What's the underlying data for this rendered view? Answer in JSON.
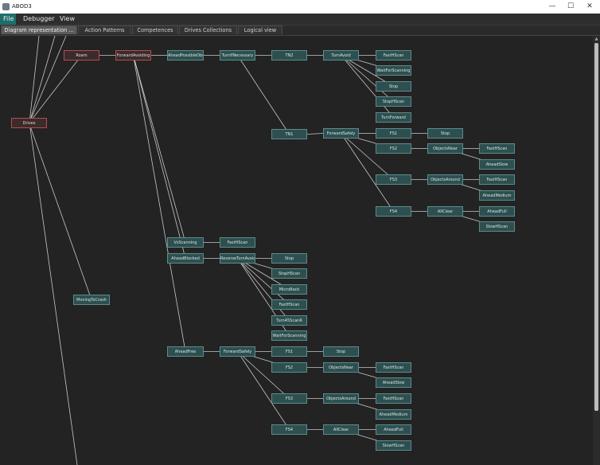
{
  "window": {
    "title": "ABOD3",
    "controls": {
      "minimize": "—",
      "maximize": "☐",
      "close": "✕"
    }
  },
  "menu": [
    "File",
    "Debugger",
    "View"
  ],
  "tabs": [
    "Diagram representation ...",
    "Action Patterns",
    "Competences",
    "Drives Collections",
    "Logical view"
  ],
  "diagram": {
    "nodes": {
      "drives": "Drives",
      "roam": "Roam",
      "forward_avoiding": "ForwardAvoiding",
      "ahead_possible_obstacle": "AheadPossibleObstacle",
      "turn_if_necessary": "TurnIfNecessary",
      "tn2": "TN2",
      "turn_avoid": "TurnAvoid",
      "ta_fast_hscan": "FastHScan",
      "ta_wait_for_scanning": "WaitForScanning",
      "ta_stop": "Stop",
      "ta_stop_hscan": "StopHScan",
      "ta_turn_forward": "TurnForward",
      "tn1": "TN1",
      "fwd_safely_1": "ForwardSafely",
      "fs1_a": "FS1",
      "fs1_a_stop": "Stop",
      "fs2_a": "FS2",
      "fs2_a_objects_near": "ObjectsNear",
      "fs2_a_fast_hscan": "FastHScan",
      "fs2_a_ahead_slow": "AheadSlow",
      "fs3_a": "FS3",
      "fs3_a_objects_around": "ObjectsAround",
      "fs3_a_fast_hscan": "FastHScan",
      "fs3_a_ahead_medium": "AheadMedium",
      "fs4_a": "FS4",
      "fs4_a_all_clear": "AllClear",
      "fs4_a_ahead_full": "AheadFull",
      "fs4_a_slow_hscan": "SlowHScan",
      "vs_scanning": "VsScanning",
      "vs_fast_hscan": "FastHScan",
      "ahead_blocked": "AheadBlocked",
      "reverse_turn_avoid": "ReverseTurnAvoid",
      "rta_stop": "Stop",
      "rta_stop_hscan": "StopHScan",
      "rta_micro_back": "MicroBack",
      "rta_fast_hscan": "FastHScan",
      "rta_turn45_scan_r": "Turn45ScanR",
      "rta_wait_for_scanning": "WaitForScanning",
      "moving_to_crash": "MovingToCrash",
      "ahead_free": "AheadFree",
      "fwd_safely_2": "ForwardSafely",
      "fs1_b": "FS1",
      "fs1_b_stop": "Stop",
      "fs2_b": "FS2",
      "fs2_b_objects_near": "ObjectsNear",
      "fs2_b_fast_hscan": "FastHScan",
      "fs2_b_ahead_slow": "AheadSlow",
      "fs3_b": "FS3",
      "fs3_b_objects_around": "ObjectsAround",
      "fs3_b_fast_hscan": "FastHScan",
      "fs3_b_ahead_medium": "AheadMedium",
      "fs4_b": "FS4",
      "fs4_b_all_clear": "AllClear",
      "fs4_b_ahead_full": "AheadFull",
      "fs4_b_slow_hscan": "SlowHScan"
    }
  },
  "colors": {
    "node_fill": "#2d4f4f",
    "node_border": "#5f8a8a",
    "active_border": "#b84a4a",
    "edge": "#c8c8c8",
    "background": "#232323",
    "menu_active": "#1e6f6a"
  }
}
